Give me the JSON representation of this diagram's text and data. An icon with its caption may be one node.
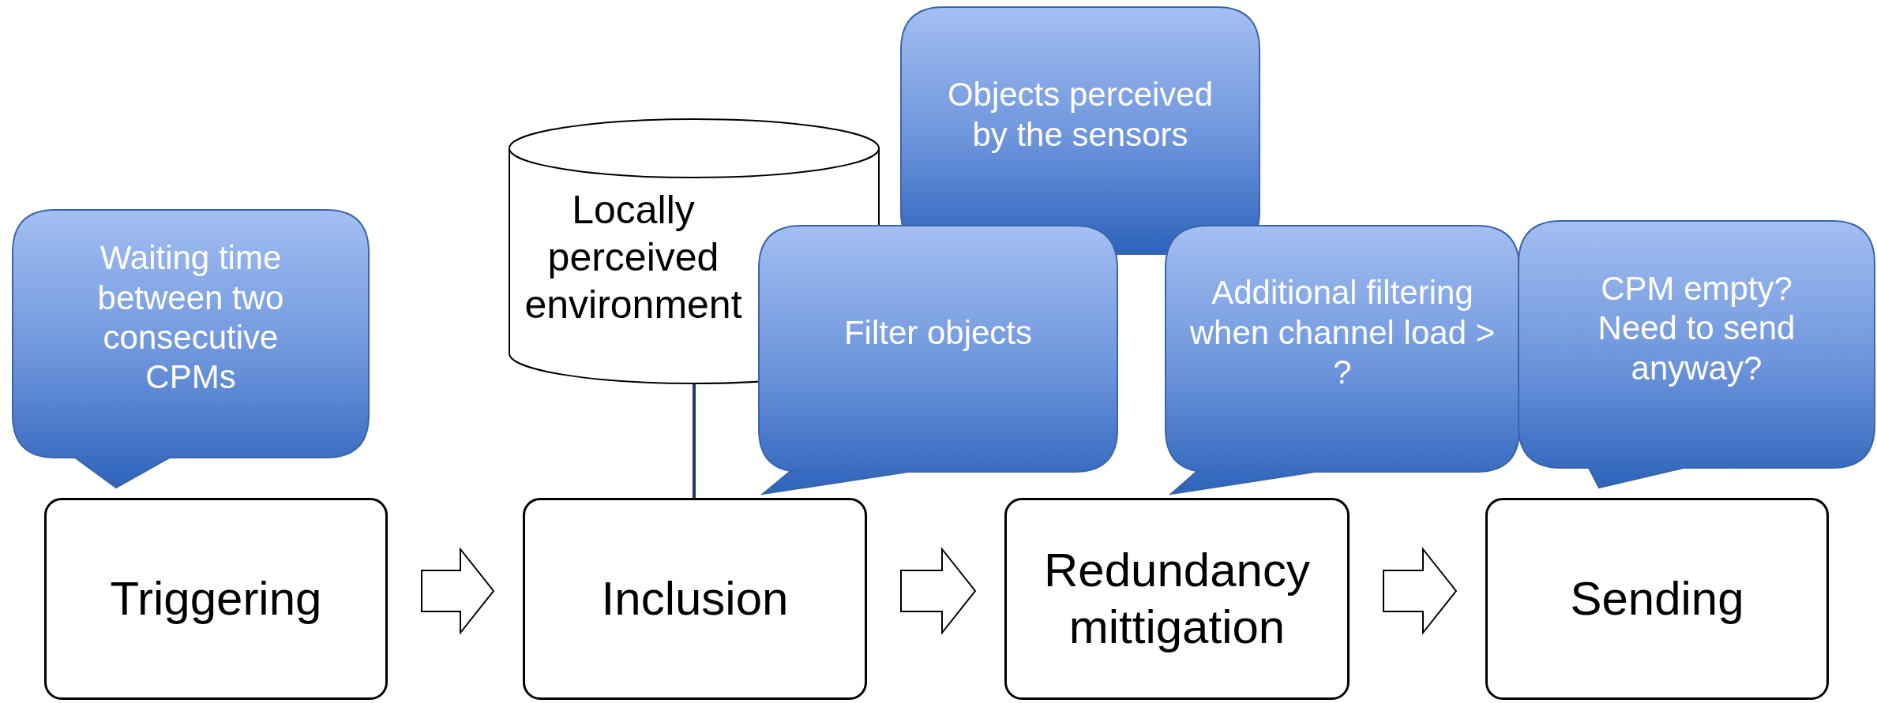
{
  "diagram": {
    "nodes": [
      {
        "text": [
          "Waiting time between two consecutive CPMs"
        ]
      },
      {
        "text": [
          "Locally perceived environment"
        ]
      },
      {
        "text": [
          "Objects perceived by the sensors"
        ]
      },
      {
        "text": [
          "Filter objects"
        ]
      },
      {
        "text": [
          "Additional filtering when channel load > ?"
        ]
      },
      {
        "text": [
          "CPM empty? Need to send anyway?"
        ]
      },
      {
        "text": [
          "Triggering"
        ]
      },
      {
        "text": [
          "Inclusion"
        ]
      },
      {
        "text": [
          "Redundancy mittigation"
        ]
      },
      {
        "text": [
          "Sending"
        ]
      }
    ],
    "edges": [
      {
        "from": 6,
        "to": 7,
        "arrow": "to"
      },
      {
        "from": 7,
        "to": 8,
        "arrow": "to"
      },
      {
        "from": 8,
        "to": 9,
        "arrow": "to"
      },
      {
        "from": 1,
        "to": 7,
        "arrow": "none",
        "color": "#1f3864"
      }
    ]
  }
}
